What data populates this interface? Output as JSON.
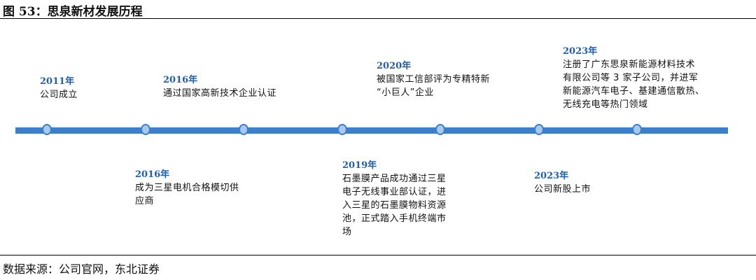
{
  "figure": {
    "title": "图 53：思泉新材发展历程",
    "source": "数据来源：公司官网，东北证券"
  },
  "colors": {
    "timeline": "#3c7fcb",
    "node_fill": "#a9c8ec",
    "year_text": "#1f5fb0"
  },
  "events": [
    {
      "year": "2011年",
      "lines": [
        "公司成立"
      ]
    },
    {
      "year": "2016年",
      "lines": [
        "成为三星电机合格模切供",
        "应商"
      ]
    },
    {
      "year": "2016年",
      "lines": [
        "通过国家高新技术企业认证"
      ]
    },
    {
      "year": "2019年",
      "lines": [
        "石墨膜产品成功通过三星",
        "电子无线事业部认证，进",
        "入三星的石墨膜物料资源",
        "池，正式踏入手机终端市",
        "场"
      ]
    },
    {
      "year": "2020年",
      "lines": [
        "被国家工信部评为专精特新",
        "“小巨人”企业"
      ]
    },
    {
      "year": "2023年",
      "lines": [
        "公司新股上市"
      ]
    },
    {
      "year": "2023年",
      "lines": [
        "注册了广东思泉新能源材料技术",
        "有限公司等 3 家子公司，并进军",
        "新能源汽车电子、基建通信散热、",
        "无线充电等热门领域"
      ]
    }
  ]
}
